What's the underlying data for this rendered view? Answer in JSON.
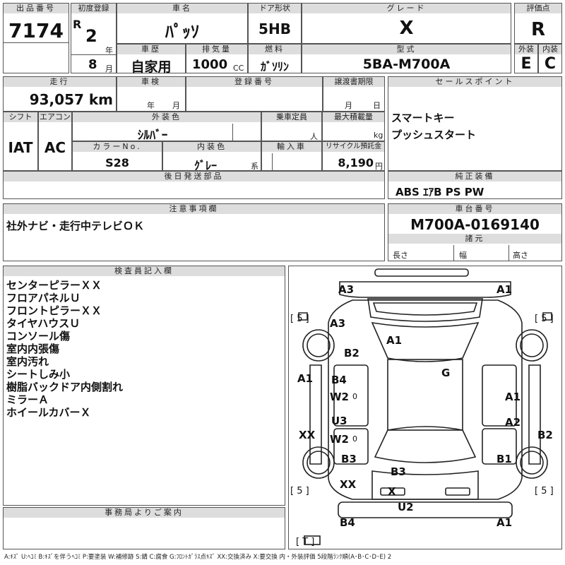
{
  "labels": {
    "lot_no": "出品番号",
    "first_reg": "初度登録",
    "car_name": "車名",
    "door": "ドア形状",
    "grade": "グレード",
    "score": "評価点",
    "history": "車歴",
    "displacement": "排気量",
    "fuel": "燃料",
    "model": "型式",
    "exterior": "外装",
    "interior": "内装",
    "year": "年",
    "month": "月",
    "cc": "CC",
    "mileage": "走行",
    "inspection": "車検",
    "reg_no": "登録番号",
    "transfer": "譲渡書期限",
    "shift": "シフト",
    "aircon": "エアコン",
    "ext_color": "外装色",
    "capacity": "乗車定員",
    "max_load": "最大積載量",
    "color_no": "カラーNo.",
    "int_color": "内装色",
    "import": "輸入車",
    "recycle": "リサイクル預託金",
    "person": "人",
    "kg": "kg",
    "yen": "円",
    "kei": "系",
    "later_parts": "後日発送部品",
    "sales_points": "セールスポイント",
    "equipment": "純正装備",
    "notes": "注意事項欄",
    "chassis": "車台番号",
    "dims": "諸元",
    "length": "長さ",
    "width": "幅",
    "height": "高さ",
    "inspector": "検査員記入欄",
    "office": "事務局よりご案内"
  },
  "vehicle": {
    "lot_no": "7174",
    "era": "R",
    "reg_year": "2",
    "reg_month": "8",
    "name": "ﾊﾟｯｿ",
    "door": "5HB",
    "grade": "X",
    "score": "R",
    "history": "自家用",
    "displacement": "1000",
    "fuel": "ｶﾞｿﾘﾝ",
    "model": "5BA-M700A",
    "exterior_score": "E",
    "interior_score": "C",
    "mileage": "93,057 km",
    "shift": "IAT",
    "aircon": "AC",
    "ext_color": "ｼﾙﾊﾞｰ",
    "color_no": "S28",
    "int_color": "ｸﾞﾚｰ",
    "recycle_fee": "8,190",
    "chassis_no": "M700A-0169140"
  },
  "sales_points": [
    "スマートキー",
    "プッシュスタート"
  ],
  "equipment": "ABS ｴｱB PS PW",
  "notes": "社外ナビ・走行中テレビＯＫ",
  "inspector_notes": [
    "センターピラーＸＸ",
    "フロアパネルＵ",
    "フロントピラーＸＸ",
    "タイヤハウスＵ",
    "コンソール傷",
    "室内内張傷",
    "室内汚れ",
    "シートしみ小",
    "樹脂バックドア内側割れ",
    "ミラーＡ",
    "ホイールカバーＸ"
  ],
  "diagram": {
    "labels": [
      "A3",
      "A1",
      "A3",
      "B2",
      "A1",
      "G",
      "A1",
      "B4",
      "W2",
      "0",
      "A1",
      "XX",
      "U3",
      "W2",
      "0",
      "A2",
      "B2",
      "B3",
      "B3",
      "B1",
      "XX",
      "X",
      "U2",
      "B4",
      "A1"
    ],
    "tire_marks": [
      "[ 5 ]",
      "[ 5 ]",
      "[ 5 ]",
      "[ 5 ]",
      "[ T ]"
    ]
  },
  "legend": "A:ｷｽﾞ U:ﾍｺﾐ B:ｷｽﾞを伴うﾍｺﾐ P:要塗装 W:補修跡 S:錆 C:腐食 G:ﾌﾛﾝﾄｶﾞﾗｽ点ｷｽﾞ XX:交換済み X:要交換 内・外装評価 5段階ﾗﾝｸ順(A･B･C･D･E) 2"
}
